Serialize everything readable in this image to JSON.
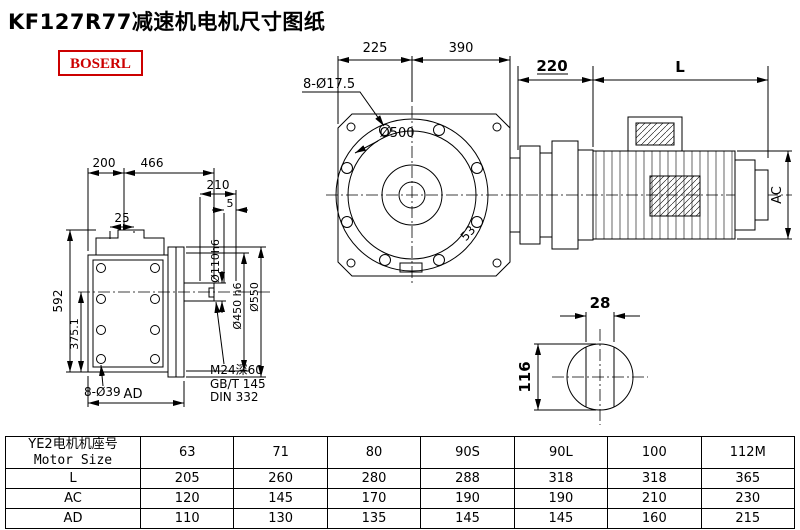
{
  "page": {
    "title": "KF127R77减速机电机尺寸图纸",
    "brand": "BOSERL"
  },
  "dims": {
    "top_holes": "8-Ø17.5",
    "d225": "225",
    "d390": "390",
    "d220": "220",
    "L": "L",
    "AC": "AC",
    "dia500": "Ø500",
    "d53": "53",
    "d200": "200",
    "d466": "466",
    "d210": "210",
    "d5": "5",
    "d25": "25",
    "d592": "592",
    "d375": "375.1",
    "holes8": "8-Ø39",
    "AD": "AD",
    "dia110": "Ø110h6",
    "dia450": "Ø450 h6",
    "dia550": "Ø550",
    "note_m24": "M24深60",
    "note_gbt": "GB/T 145",
    "note_din": "DIN 332",
    "d28": "28",
    "d116": "116"
  },
  "table": {
    "header_cn": "YE2电机机座号",
    "header_en": "Motor Size",
    "sizes": [
      "63",
      "71",
      "80",
      "90S",
      "90L",
      "100",
      "112M"
    ],
    "rows": [
      {
        "label": "L",
        "values": [
          "205",
          "260",
          "280",
          "288",
          "318",
          "318",
          "365"
        ]
      },
      {
        "label": "AC",
        "values": [
          "120",
          "145",
          "170",
          "190",
          "190",
          "210",
          "230"
        ]
      },
      {
        "label": "AD",
        "values": [
          "110",
          "130",
          "135",
          "145",
          "145",
          "160",
          "215"
        ]
      }
    ]
  }
}
